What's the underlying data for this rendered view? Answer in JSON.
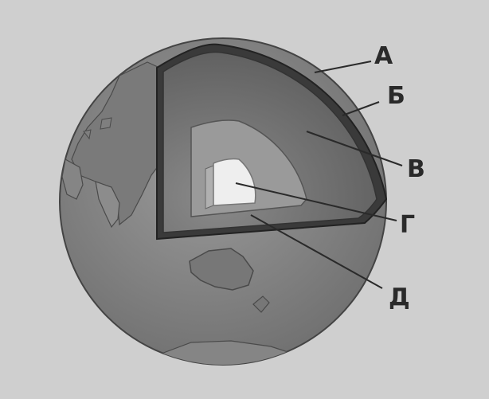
{
  "diagram": {
    "labels": [
      {
        "id": "A",
        "text": "А"
      },
      {
        "id": "B",
        "text": "Б"
      },
      {
        "id": "V",
        "text": "В"
      },
      {
        "id": "G",
        "text": "Г"
      },
      {
        "id": "D",
        "text": "Д"
      }
    ]
  },
  "colors": {
    "background": "#cfcfcf",
    "globe": "#8a8a8a",
    "land": "#6e6e6e",
    "crust": "#3a3a3a",
    "mantle": "#6a6a6a",
    "outer_core": "#9a9a9a",
    "inner_core": "#eeeeee",
    "lines": "#2a2a2a"
  }
}
